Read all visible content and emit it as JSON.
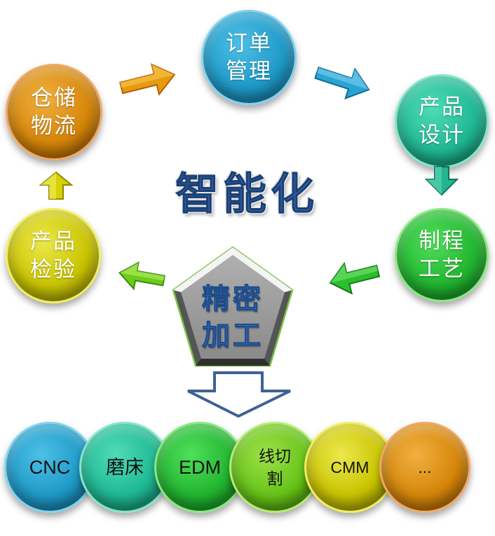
{
  "title": "智能化",
  "center": {
    "lines": [
      "精密",
      "加工"
    ],
    "shape": "pentagon",
    "fill": "#9a9a9a",
    "border": "#7ac143"
  },
  "cycle_nodes": [
    {
      "id": "order",
      "lines": [
        "订单",
        "管理"
      ],
      "color": "#1f9ac8"
    },
    {
      "id": "design",
      "lines": [
        "产品",
        "设计"
      ],
      "color": "#1fb894"
    },
    {
      "id": "process",
      "lines": [
        "制程",
        "工艺"
      ],
      "color": "#22b530"
    },
    {
      "id": "inspect",
      "lines": [
        "产品",
        "检验"
      ],
      "color": "#c9c400"
    },
    {
      "id": "logistics",
      "lines": [
        "仓储",
        "物流"
      ],
      "color": "#d6860a"
    }
  ],
  "cycle_arrows": [
    {
      "from": "logistics",
      "to": "order",
      "icon": "arrow-right-icon",
      "color": "#e59a10"
    },
    {
      "from": "order",
      "to": "design",
      "icon": "arrow-right-down-icon",
      "color": "#2aa4d4"
    },
    {
      "from": "design",
      "to": "process",
      "icon": "arrow-down-icon",
      "color": "#22b58e"
    },
    {
      "from": "process",
      "to": "center",
      "icon": "arrow-left-icon",
      "color": "#2cbf2c"
    },
    {
      "from": "center",
      "to": "inspect",
      "icon": "arrow-left-icon",
      "color": "#6ccc1a"
    },
    {
      "from": "inspect",
      "to": "logistics",
      "icon": "arrow-up-icon",
      "color": "#d8d000"
    }
  ],
  "down_arrow": {
    "icon": "hollow-down-arrow-icon",
    "color": "#3f6296"
  },
  "tools": [
    {
      "lines": [
        "CNC"
      ],
      "color": "#1f9ac8"
    },
    {
      "lines": [
        "磨床"
      ],
      "color": "#1fb894"
    },
    {
      "lines": [
        "EDM"
      ],
      "color": "#22b530"
    },
    {
      "lines": [
        "线切",
        "割"
      ],
      "color": "#66c417"
    },
    {
      "lines": [
        "CMM"
      ],
      "color": "#c9c400"
    },
    {
      "lines": [
        "..."
      ],
      "color": "#d6860a"
    }
  ]
}
